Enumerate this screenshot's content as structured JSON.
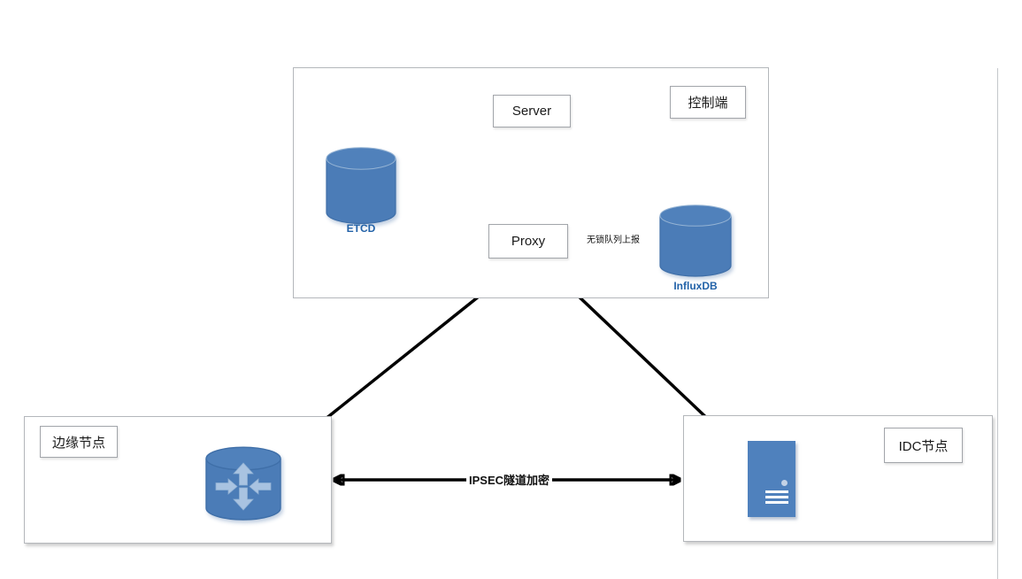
{
  "control_panel": {
    "title": "控制端",
    "server": "Server",
    "proxy": "Proxy",
    "etcd": "ETCD",
    "influxdb": "InfluxDB",
    "queue_label": "无锁队列上报"
  },
  "edge_node": {
    "title": "边缘节点"
  },
  "idc_node": {
    "title": "IDC节点"
  },
  "tunnel": {
    "label": "IPSEC隧道加密"
  },
  "colors": {
    "cylinder_blue": "#4f81bd",
    "cylinder_border": "#3f6fa8",
    "icon_arrow_blue": "#a9c3e1",
    "db_label_blue": "#2262a8",
    "connector_black": "#000000",
    "box_border_gray": "#b4b7bb"
  }
}
